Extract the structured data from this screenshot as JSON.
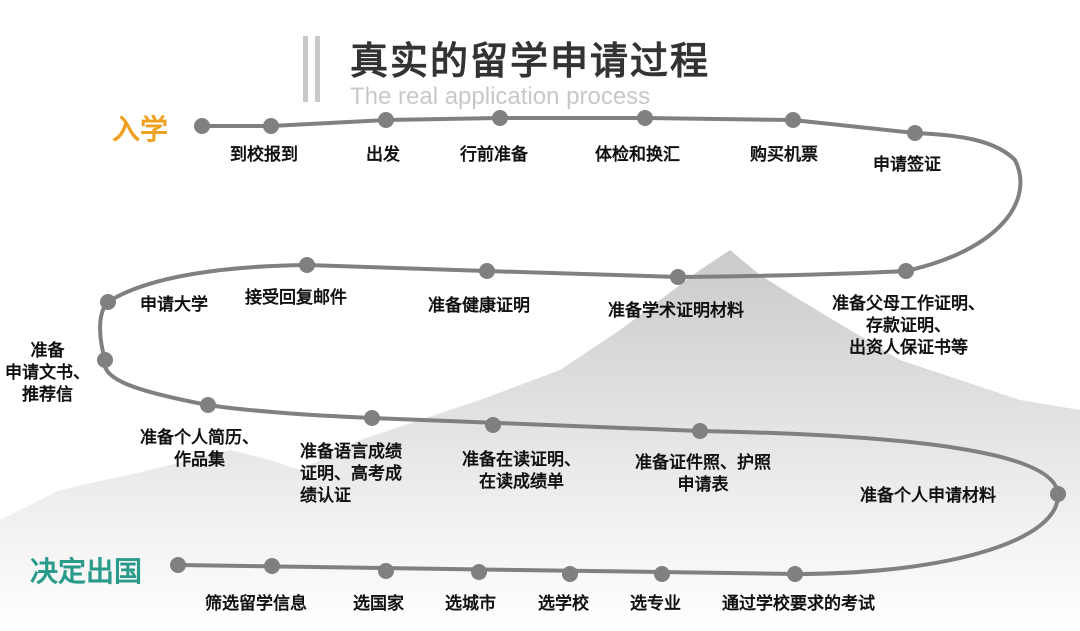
{
  "header": {
    "title": "真实的留学申请过程",
    "subtitle": "The real application process"
  },
  "colors": {
    "start": "#2a9a8a",
    "end": "#f0a020",
    "path": "#808080"
  },
  "start_label": "决定出国",
  "end_label": "入学",
  "steps": [
    "筛选留学信息",
    "选国家",
    "选城市",
    "选学校",
    "选专业",
    "通过学校要求的考试",
    "准备个人申请材料",
    "准备证件照、护照\n申请表",
    "准备在读证明、\n在读成绩单",
    "准备语言成绩\n证明、高考成\n绩认证",
    "准备个人简历、\n作品集",
    "准备\n申请文书、\n推荐信",
    "申请大学",
    "接受回复邮件",
    "准备健康证明",
    "准备学术证明材料",
    "准备父母工作证明、\n存款证明、\n出资人保证书等",
    "申请签证",
    "购买机票",
    "体检和换汇",
    "行前准备",
    "出发",
    "到校报到"
  ]
}
